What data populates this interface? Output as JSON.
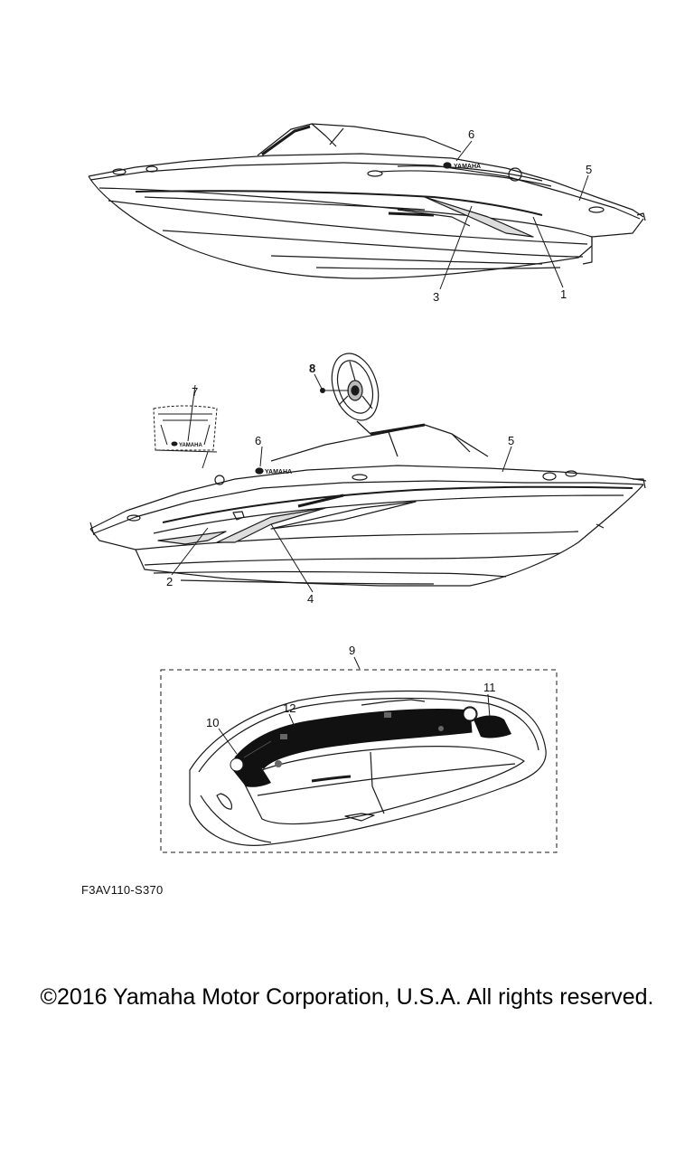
{
  "diagram": {
    "callouts": {
      "c1": "1",
      "c2": "2",
      "c3": "3",
      "c4": "4",
      "c5a": "5",
      "c5b": "5",
      "c6a": "6",
      "c6b": "6",
      "c7": "7",
      "c8": "8",
      "c9": "9",
      "c10": "10",
      "c11": "11",
      "c12": "12"
    },
    "decal_text": {
      "brand_top": "YAMAHA",
      "brand_side": "YAMAHA",
      "brand_inset": "YAMAHA"
    }
  },
  "footer": {
    "reference_code": "F3AV110-S370",
    "copyright": "©2016 Yamaha Motor Corporation, U.S.A. All rights reserved."
  },
  "colors": {
    "line": "#1a1a1a",
    "mat": "#111111",
    "background": "#ffffff"
  }
}
